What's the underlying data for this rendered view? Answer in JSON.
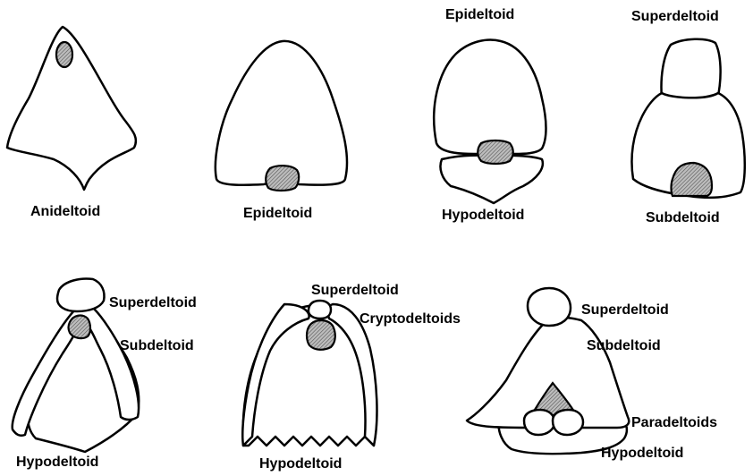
{
  "figures": [
    {
      "id": "anideltoid",
      "labels": {
        "main": "Anideltoid"
      }
    },
    {
      "id": "epideltoid-a",
      "labels": {
        "main": "Epideltoid"
      }
    },
    {
      "id": "epideltoid-hypo",
      "labels": {
        "top": "Epideltoid",
        "bottom": "Hypodeltoid"
      }
    },
    {
      "id": "super-sub",
      "labels": {
        "top": "Superdeltoid",
        "bottom": "Subdeltoid"
      }
    },
    {
      "id": "super-sub-hypo",
      "labels": {
        "superdeltoid": "Superdeltoid",
        "subdeltoid": "Subdeltoid",
        "hypodeltoid": "Hypodeltoid"
      }
    },
    {
      "id": "cryptodeltoids",
      "labels": {
        "superdeltoid": "Superdeltoid",
        "cryptodeltoids": "Cryptodeltoids",
        "hypodeltoid": "Hypodeltoid"
      }
    },
    {
      "id": "paradeltoids",
      "labels": {
        "superdeltoid": "Superdeltoid",
        "subdeltoid": "Subdeltoid",
        "paradeltoids": "Paradeltoids",
        "hypodeltoid": "Hypodeltoid"
      }
    }
  ]
}
